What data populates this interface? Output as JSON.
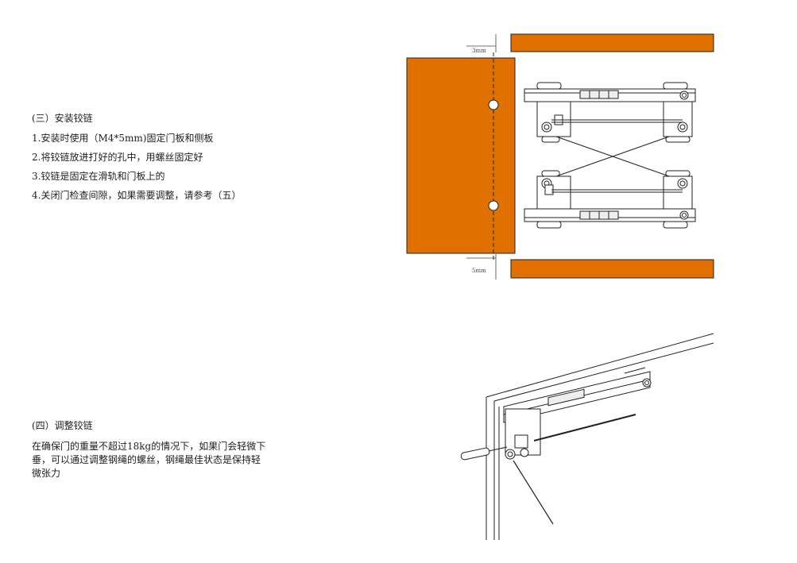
{
  "section3": {
    "heading": "(三）安装铰链",
    "steps": [
      "1.安装时使用（M4*5mm)固定门板和侧板",
      "2.将铰链放进打好的孔中，用螺丝固定好",
      "3.铰链是固定在滑轨和门板上的",
      "4.关闭门检查间隙，如果需要调整，请参考（五）"
    ]
  },
  "section4": {
    "heading": "(四）调整铰链",
    "text": "在确保门的重量不超过18kg的情况下，如果门会轻微下垂，可以通过调整钢绳的螺丝，钢绳最佳状态是保持轻微张力"
  },
  "diagram_top": {
    "gap_top_label": "3mm",
    "gap_bottom_label": "5mm",
    "panel_color": "#E07000"
  }
}
